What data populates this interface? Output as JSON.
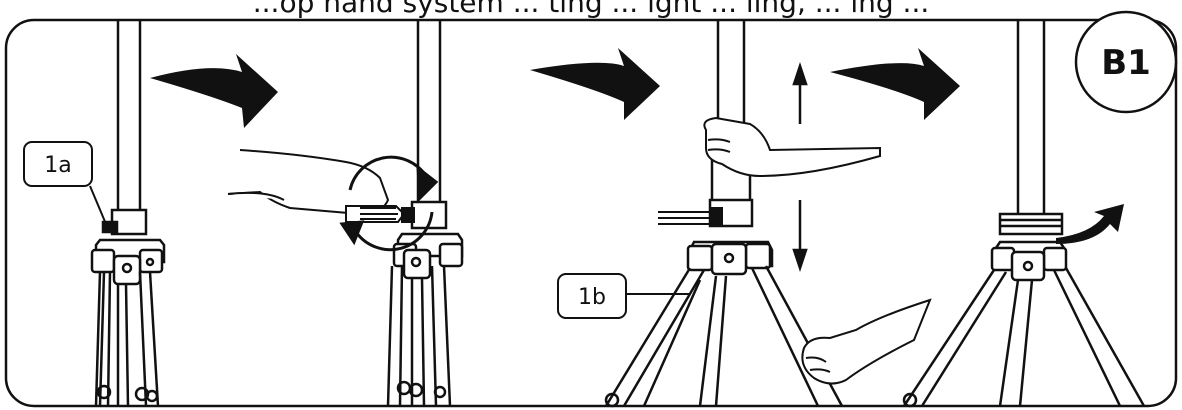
{
  "header": {
    "caption": "...op hand system ... ting ... ight ... ling, ... ing ..."
  },
  "callouts": {
    "label_1a": "1a",
    "label_1b": "1b"
  },
  "step_badge": "B1",
  "icons": [
    "curved-arrow-icon",
    "rotate-arrows-icon",
    "up-down-arrow-icon",
    "hand-icon",
    "tripod-stand-icon"
  ],
  "colors": {
    "ink": "#111111",
    "background": "#ffffff"
  }
}
